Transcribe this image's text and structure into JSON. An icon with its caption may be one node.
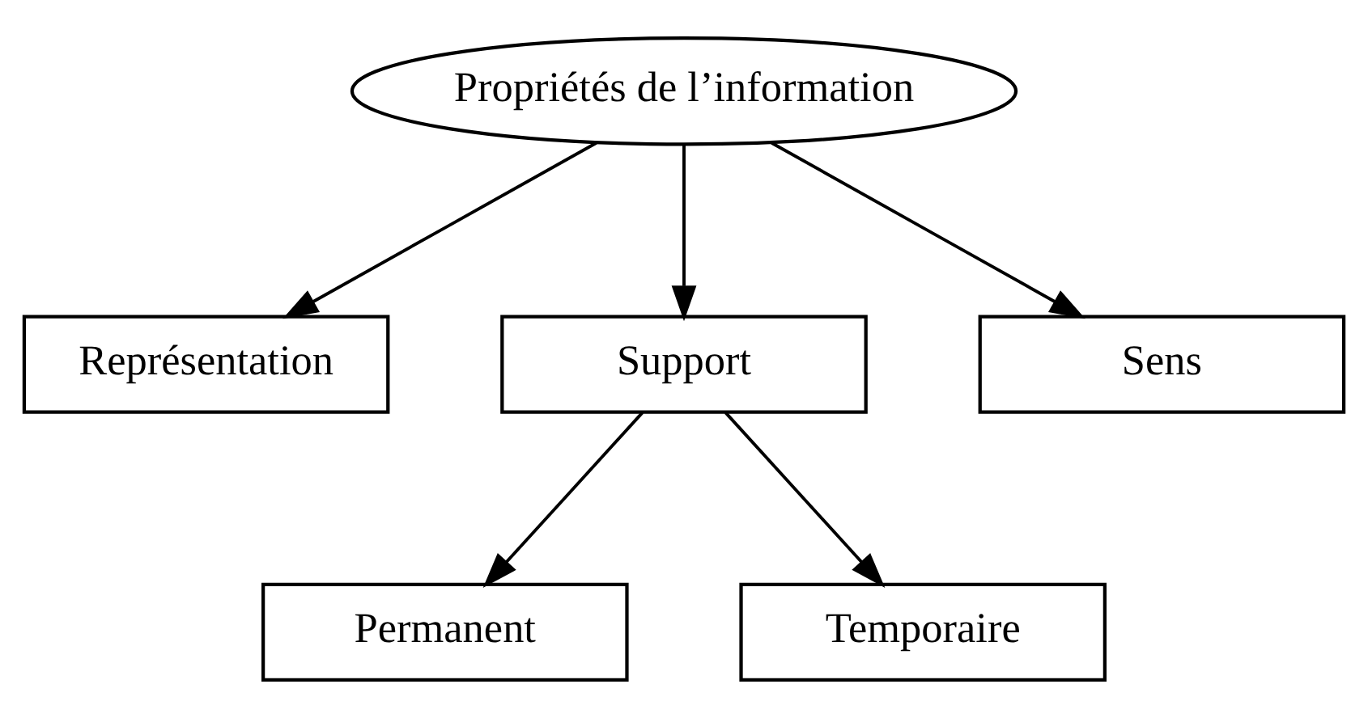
{
  "diagram": {
    "nodes": [
      {
        "text": [
          "Propriétés de l’information"
        ]
      },
      {
        "text": [
          "Représentation"
        ]
      },
      {
        "text": [
          "Support"
        ]
      },
      {
        "text": [
          "Sens"
        ]
      },
      {
        "text": [
          "Permanent"
        ]
      },
      {
        "text": [
          "Temporaire"
        ]
      }
    ],
    "edges": [
      {
        "from": 0,
        "to": 1,
        "arrow": "to"
      },
      {
        "from": 0,
        "to": 2,
        "arrow": "to"
      },
      {
        "from": 0,
        "to": 3,
        "arrow": "to"
      },
      {
        "from": 2,
        "to": 4,
        "arrow": "to"
      },
      {
        "from": 2,
        "to": 5,
        "arrow": "to"
      }
    ]
  }
}
